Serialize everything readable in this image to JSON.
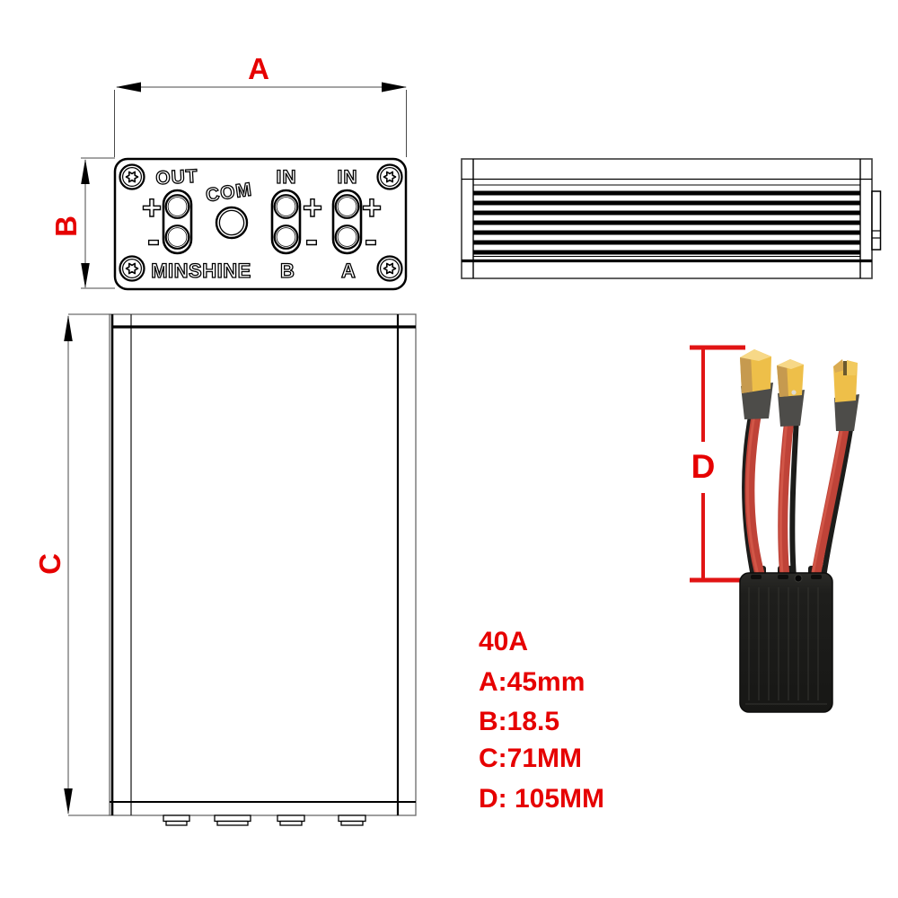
{
  "front_view": {
    "dim_label_a": "A",
    "dim_label_b": "B",
    "port_out_label": "OUT",
    "port_com_label": "COM",
    "port_in_b_label": "IN",
    "port_in_a_label": "IN",
    "plus_sign": "+",
    "minus_sign": "-",
    "brand": "MINSHINE",
    "channel_b_label": "B",
    "channel_a_label": "A"
  },
  "top_view": {
    "dim_label_c": "C"
  },
  "photo": {
    "dim_label_d": "D"
  },
  "specs": {
    "rating": "40A",
    "dim_a": "A:45mm",
    "dim_b": "B:18.5",
    "dim_c": "C:71MM",
    "dim_d": "D: 105MM"
  },
  "colors": {
    "dimension_red": "#e60000",
    "drawing_line": "#000000",
    "connector_yellow": "#eebf49",
    "wire_red": "#bf4338",
    "enclosure_black": "#1b1b19"
  }
}
